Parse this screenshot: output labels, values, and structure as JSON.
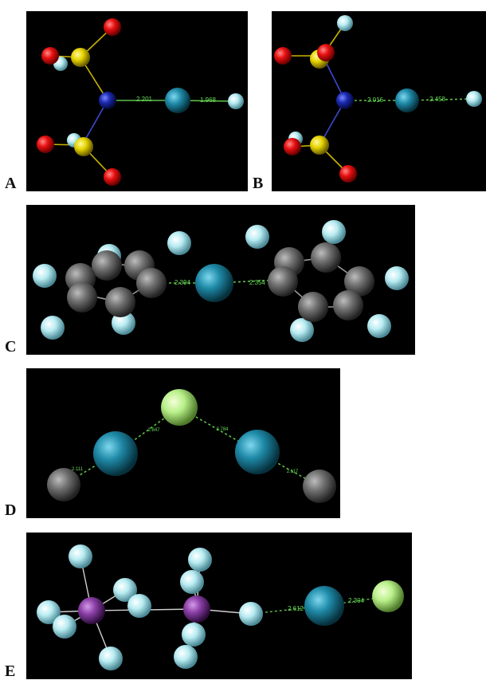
{
  "colors": {
    "background": "#000000",
    "bond_line": "#5fbf4a",
    "bond_label": "#66dd55",
    "oxygen": "#e81010",
    "sulfur": "#e6d400",
    "nitrogen": "#1a2ab0",
    "hydrogen": "#b8ecf2",
    "metal": "#1f8aa8",
    "carbon": "#707070",
    "halogen": "#b9f08a",
    "phosphorus": "#8a3fa6"
  },
  "panels": {
    "A": {
      "label": "A",
      "distances": [
        "2.201",
        "1.968"
      ]
    },
    "B": {
      "label": "B",
      "distances": [
        "2.016",
        "2.458"
      ]
    },
    "C": {
      "label": "C",
      "distances": [
        "2.394",
        "2.354"
      ]
    },
    "D": {
      "label": "D",
      "distances": [
        "2.847",
        "2.784",
        "2.111",
        "2.117"
      ]
    },
    "E": {
      "label": "E",
      "distances": [
        "2.612",
        "2.304"
      ]
    }
  }
}
